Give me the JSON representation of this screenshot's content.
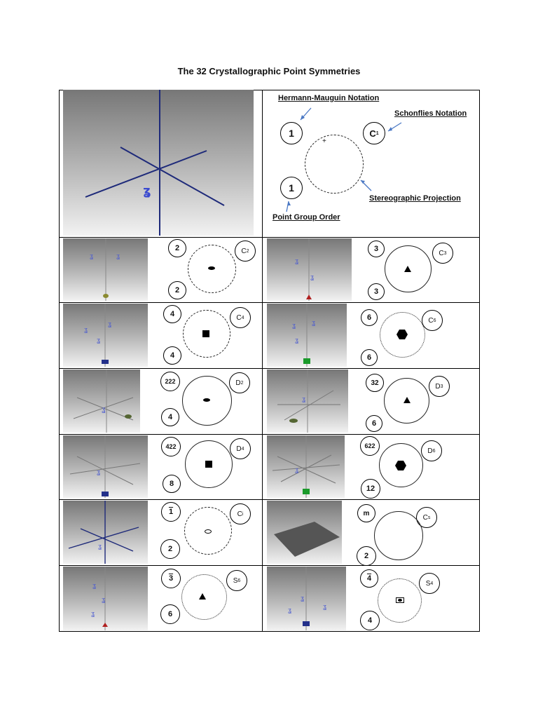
{
  "title": "The 32 Crystallographic Point Symmetries",
  "legend": {
    "hermann_mauguin": "Hermann-Mauguin Notation",
    "schonflies": "Schonflies Notation",
    "stereographic": "Stereographic Projection",
    "point_group_order": "Point Group Order",
    "hm_symbol": "1",
    "schonflies_symbol": "C",
    "schonflies_sub": "1",
    "order": "1"
  },
  "groups": [
    {
      "hm": "2",
      "sch": "C",
      "sub": "2",
      "order": "2"
    },
    {
      "hm": "3",
      "sch": "C",
      "sub": "3",
      "order": "3"
    },
    {
      "hm": "4",
      "sch": "C",
      "sub": "4",
      "order": "4"
    },
    {
      "hm": "6",
      "sch": "C",
      "sub": "6",
      "order": "6"
    },
    {
      "hm": "222",
      "sch": "D",
      "sub": "2",
      "order": "4"
    },
    {
      "hm": "32",
      "sch": "D",
      "sub": "3",
      "order": "6"
    },
    {
      "hm": "422",
      "sch": "D",
      "sub": "4",
      "order": "8"
    },
    {
      "hm": "622",
      "sch": "D",
      "sub": "6",
      "order": "12"
    },
    {
      "hm": "1",
      "sch": "C",
      "sub": "i",
      "order": "2"
    },
    {
      "hm": "m",
      "sch": "C",
      "sub": "s",
      "order": "2"
    },
    {
      "hm": "3",
      "sch": "S",
      "sub": "6",
      "order": "6"
    },
    {
      "hm": "4",
      "sch": "S",
      "sub": "4",
      "order": "4"
    }
  ]
}
